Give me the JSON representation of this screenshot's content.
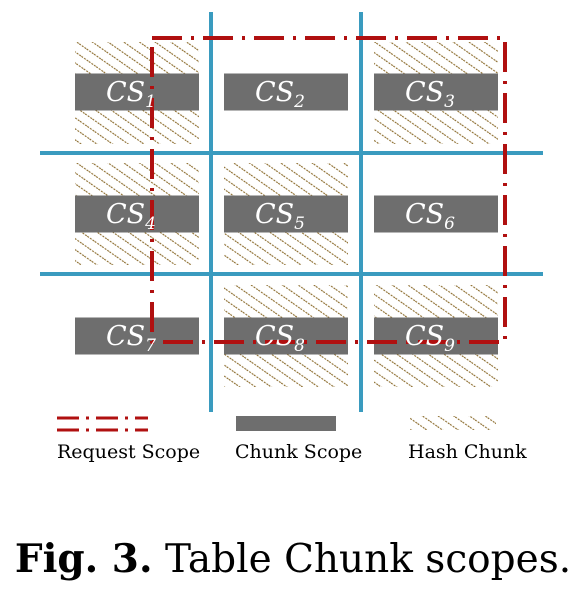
{
  "cells": [
    {
      "name": "CS",
      "sub": "1",
      "hashed": true
    },
    {
      "name": "CS",
      "sub": "2",
      "hashed": false
    },
    {
      "name": "CS",
      "sub": "3",
      "hashed": true
    },
    {
      "name": "CS",
      "sub": "4",
      "hashed": true
    },
    {
      "name": "CS",
      "sub": "5",
      "hashed": true
    },
    {
      "name": "CS",
      "sub": "6",
      "hashed": false
    },
    {
      "name": "CS",
      "sub": "7",
      "hashed": false
    },
    {
      "name": "CS",
      "sub": "8",
      "hashed": true
    },
    {
      "name": "CS",
      "sub": "9",
      "hashed": true
    }
  ],
  "legend": {
    "request_scope": "Request Scope",
    "chunk_scope": "Chunk Scope",
    "hash_chunk": "Hash Chunk"
  },
  "caption": {
    "label": "Fig. 3.",
    "text": "Table Chunk scopes."
  },
  "colors": {
    "grid": "#3a9bbf",
    "chunk": "#6e6e6e",
    "request": "#b01010",
    "hatch": "#8a6a2a"
  }
}
